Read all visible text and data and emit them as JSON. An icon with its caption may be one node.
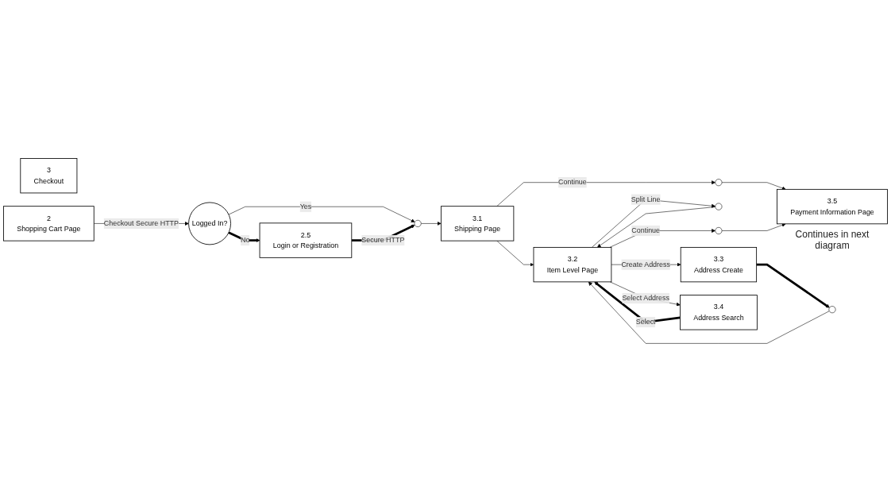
{
  "diagram": {
    "nodes": [
      {
        "text": [
          "3",
          "Checkout"
        ]
      },
      {
        "text": [
          "2",
          "Shopping Cart Page"
        ]
      },
      {
        "text": [
          "Logged In?"
        ]
      },
      {
        "text": [],
        "shape": "circle"
      },
      {
        "text": [
          "3.1",
          "Shipping Page"
        ]
      },
      {
        "text": [],
        "shape": "circle"
      },
      {
        "text": [
          "3.5",
          "Payment Information Page"
        ],
        "beside": [
          "Continues in next diagram"
        ]
      },
      {
        "text": [],
        "shape": "circle"
      },
      {
        "text": [
          "3.2",
          "Item Level Page"
        ]
      },
      {
        "text": [],
        "shape": "circle"
      },
      {
        "text": [
          "2.5",
          "Login or Registration"
        ]
      },
      {
        "text": [],
        "shape": "circle"
      },
      {
        "text": [
          "3.3",
          "Address Create"
        ]
      },
      {
        "text": [
          "3.4",
          "Address Search"
        ]
      }
    ],
    "edges": [
      {
        "from": 1,
        "to": 2,
        "arrow": "to",
        "label": "Checkout Secure HTTP"
      },
      {
        "from": 2,
        "to": 3,
        "arrow": "to",
        "label": "Yes"
      },
      {
        "from": 2,
        "to": 10,
        "arrow": "to",
        "label": "No",
        "style": "thick"
      },
      {
        "from": 10,
        "to": 3,
        "arrow": "to",
        "label": "Secure HTTP",
        "style": "thick"
      },
      {
        "from": 3,
        "to": 4,
        "arrow": "to"
      },
      {
        "from": 4,
        "to": 5,
        "arrow": "to",
        "label": "Continue"
      },
      {
        "from": 5,
        "to": 6,
        "arrow": "to"
      },
      {
        "from": 4,
        "to": 8,
        "arrow": "to"
      },
      {
        "from": 8,
        "to": 9,
        "arrow": "to",
        "label": "Continue"
      },
      {
        "from": 9,
        "to": 6,
        "arrow": "to"
      },
      {
        "from": 7,
        "to": 8,
        "arrow": "to"
      },
      {
        "from": 8,
        "to": 7,
        "arrow": "to",
        "label": "Split Line"
      },
      {
        "from": 8,
        "to": 12,
        "arrow": "to",
        "label": "Create Address"
      },
      {
        "from": 8,
        "to": 13,
        "arrow": "to",
        "label": "Select Address"
      },
      {
        "from": 12,
        "to": 11,
        "arrow": "to",
        "style": "thick"
      },
      {
        "from": 11,
        "to": 8,
        "arrow": "to"
      },
      {
        "from": 13,
        "to": 8,
        "arrow": "to",
        "label": "Select",
        "style": "thick"
      }
    ]
  }
}
